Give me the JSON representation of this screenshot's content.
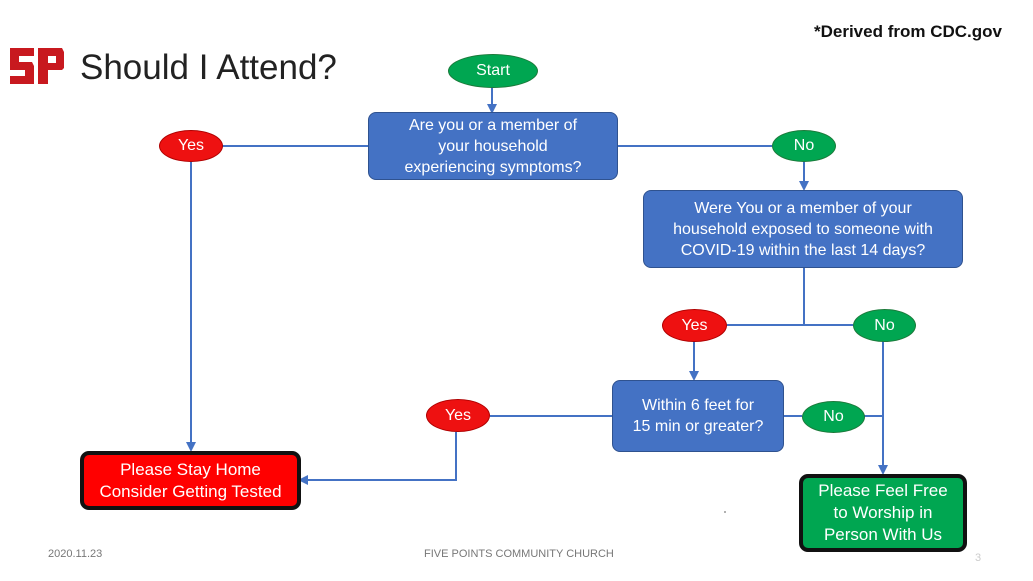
{
  "header": {
    "title": "Should I Attend?",
    "source_note": "*Derived from CDC.gov"
  },
  "flowchart": {
    "start": "Start",
    "q1": "Are you or a member of\nyour household\nexperiencing symptoms?",
    "q1_yes": "Yes",
    "q1_no": "No",
    "q2": "Were You or a member of your\nhousehold exposed to someone with\nCOVID-19 within the last 14 days?",
    "q2_yes": "Yes",
    "q2_no": "No",
    "q3": "Within 6 feet for\n15 min or greater?",
    "q3_yes": "Yes",
    "q3_no": "No",
    "stay_home": "Please Stay Home\nConsider Getting Tested",
    "worship": "Please Feel Free\nto Worship in\nPerson With Us"
  },
  "footer": {
    "date": "2020.11.23",
    "organization": "FIVE POINTS COMMUNITY CHURCH",
    "page_number": "3"
  },
  "colors": {
    "node_blue": "#4472c4",
    "yes_red": "#ee1111",
    "no_green": "#00a651",
    "connector": "#4472c4"
  },
  "icons": {
    "logo": "five-points-logo"
  }
}
